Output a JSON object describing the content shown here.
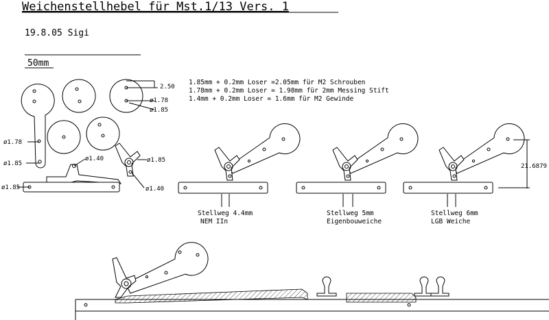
{
  "header": {
    "title": "Weichenstellhebel für Mst.1/13 Vers. 1",
    "date_author": "19.8.05 Sigi",
    "scale_label": "50mm"
  },
  "notes": [
    "1.85mm + 0.2mm Loser =2.05mm für M2 Schrouben",
    "1.78mm + 0.2mm Loser = 1.98mm für 2mm Messing Stift",
    "1.4mm + 0.2mm Loser = 1.6mm für M2 Gewinde"
  ],
  "dimensions": {
    "d250": "2.50",
    "d178a": "ø1.78",
    "d185a": "ø1.85",
    "d178b": "ø1.78",
    "d185b": "ø1.85",
    "d140a": "ø1.40",
    "d185c": "ø1.85",
    "d185d": "ø1.85",
    "d140b": "ø1.40",
    "d216": "21.6879"
  },
  "assemblies": [
    {
      "stroke": "Stellweg 4.4mm",
      "label": "NEM IIn"
    },
    {
      "stroke": "Stellweg 5mm",
      "label": "Eigenbouweiche"
    },
    {
      "stroke": "Stellweg 6mm",
      "label": "LGB Weiche"
    }
  ]
}
